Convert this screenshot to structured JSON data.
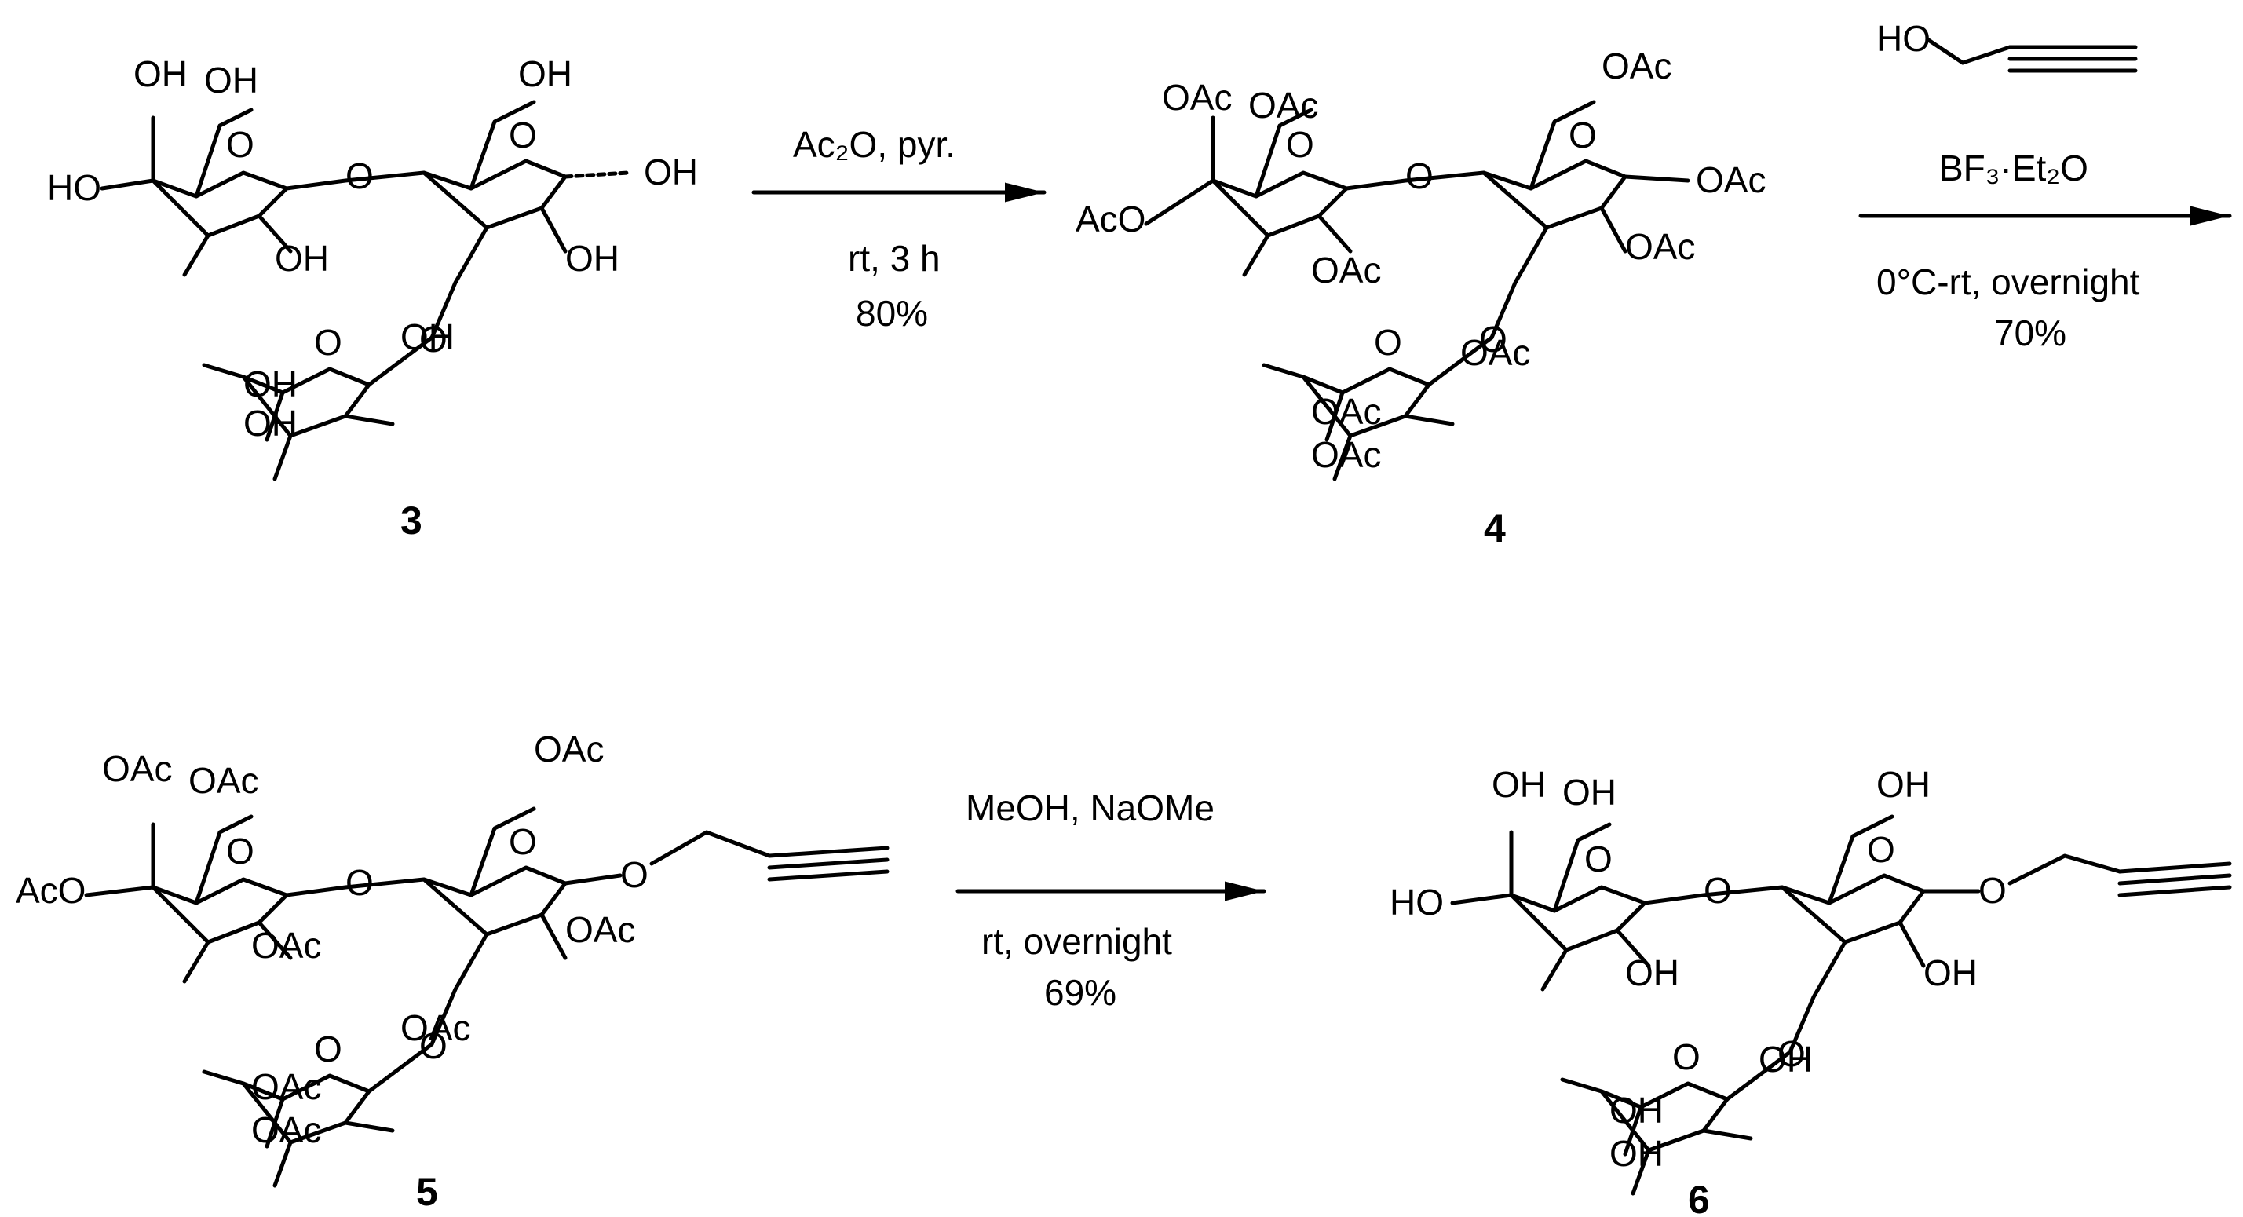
{
  "compounds": [
    {
      "id": "3",
      "label": "3"
    },
    {
      "id": "4",
      "label": "4"
    },
    {
      "id": "5",
      "label": "5"
    },
    {
      "id": "6",
      "label": "6"
    }
  ],
  "reactions": [
    {
      "reagents": "Ac₂O, pyr.",
      "conditions": "rt, 3 h",
      "yield": "80%"
    },
    {
      "reagent_top": "HO",
      "reagents": "BF₃·Et₂O",
      "conditions": "0°C-rt, overnight",
      "yield": "70%"
    },
    {
      "reagents": "MeOH, NaOMe",
      "conditions": "rt, overnight",
      "yield": "69%"
    }
  ],
  "groups": {
    "hydroxyl": "OH",
    "acetoxy": "OAc",
    "acetoxy_left": "AcO",
    "hydroxyl_left": "HO",
    "ring_oxygen": "O"
  }
}
